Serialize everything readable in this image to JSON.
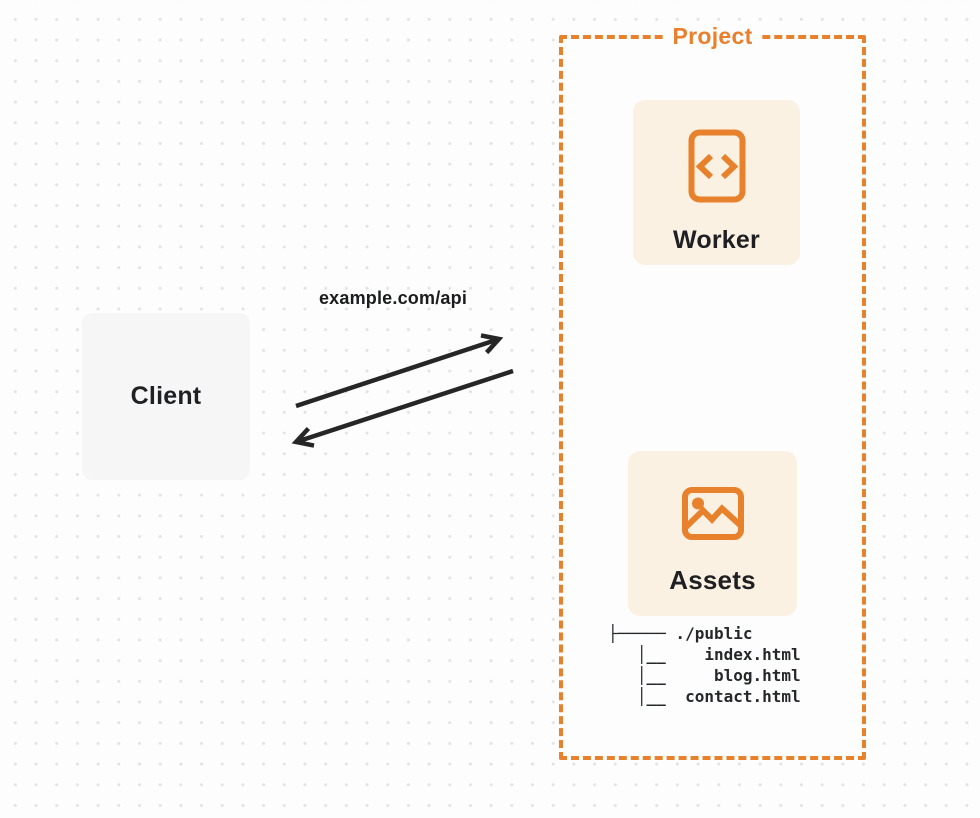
{
  "colors": {
    "accent_orange": "#E8812B",
    "card_cream": "#FBF1E2",
    "client_gray": "#F6F6F6",
    "arrow_black": "#262626",
    "dot_grid": "#E3E3E3",
    "text_dark": "#1F2023"
  },
  "client": {
    "label": "Client"
  },
  "connection": {
    "request_label": "example.com/api",
    "arrows": [
      "client-to-project",
      "project-to-client"
    ]
  },
  "project": {
    "label": "Project",
    "worker": {
      "label": "Worker",
      "icon": "code-document-icon"
    },
    "assets": {
      "label": "Assets",
      "icon": "image-icon"
    },
    "file_tree": {
      "lines": [
        "├───── ./public",
        "   │__    index.html",
        "   │__     blog.html",
        "   │__  contact.html"
      ],
      "entries": [
        "./public",
        "index.html",
        "blog.html",
        "contact.html"
      ]
    }
  }
}
